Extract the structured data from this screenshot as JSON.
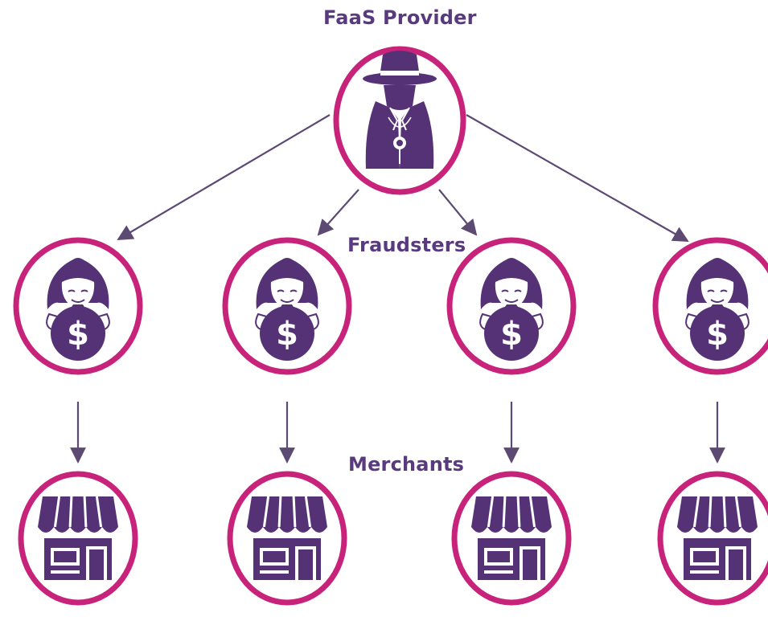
{
  "labels": {
    "provider": "FaaS Provider",
    "fraudsters": "Fraudsters",
    "merchants": "Merchants"
  },
  "colors": {
    "ring": "#c8237a",
    "figure": "#553276",
    "arrow": "#5c4a73",
    "face": "#ffffff"
  },
  "icons": {
    "provider": "spy-icon",
    "fraudster": "fraudster-money-bag-icon",
    "merchant": "storefront-icon"
  },
  "fraudster_count": 4,
  "merchant_count": 4
}
